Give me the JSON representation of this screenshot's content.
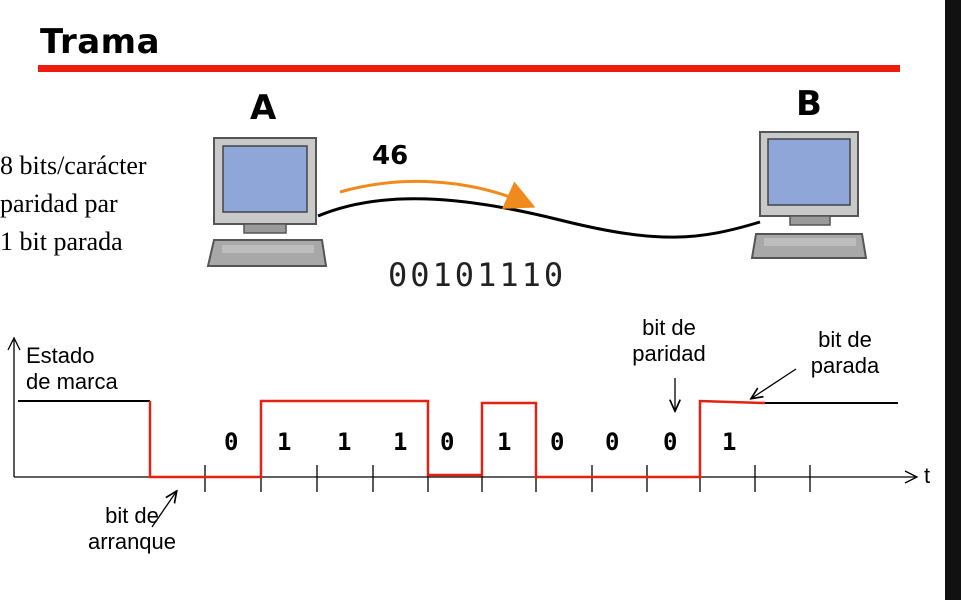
{
  "title": "Trama",
  "nodes": {
    "sender": "A",
    "receiver": "B"
  },
  "params": {
    "line1": "8 bits/carácter",
    "line2": "paridad par",
    "line3": "1 bit parada"
  },
  "char_value": "46",
  "bits_sent": "00101110",
  "timing": {
    "start_label": "bit de\narranque",
    "mark_label": "Estado\nde marca",
    "parity_label": "bit de\nparidad",
    "stop_label": "bit de\nparada",
    "axis_label": "t",
    "bit_values": [
      "0",
      "1",
      "1",
      "1",
      "0",
      "1",
      "0",
      "0",
      "0",
      "1"
    ]
  },
  "colors": {
    "accent": "#ee1c0e",
    "arrow": "#f08a1c",
    "screen": "#8ea6d8"
  }
}
